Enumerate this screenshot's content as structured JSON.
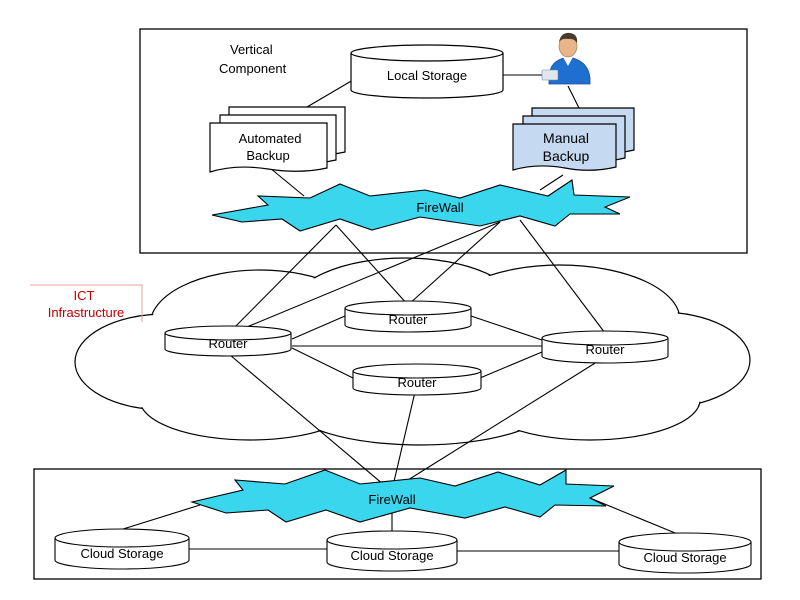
{
  "top_component": {
    "label_line1": "Vertical",
    "label_line2": "Component"
  },
  "local_storage": {
    "label": "Local Storage"
  },
  "automated_backup": {
    "line1": "Automated",
    "line2": "Backup"
  },
  "manual_backup": {
    "line1": "Manual",
    "line2": "Backup"
  },
  "firewall_top": {
    "label": "FireWall"
  },
  "firewall_bottom": {
    "label": "FireWall"
  },
  "ict": {
    "line1": "ICT",
    "line2": "Infrastructure"
  },
  "routers": [
    {
      "label": "Router"
    },
    {
      "label": "Router"
    },
    {
      "label": "Router"
    },
    {
      "label": "Router"
    }
  ],
  "cloud_storage": [
    {
      "label": "Cloud Storage"
    },
    {
      "label": "Cloud Storage"
    },
    {
      "label": "Cloud Storage"
    }
  ],
  "colors": {
    "firewall_fill": "#3ad6ee",
    "manual_backup_fill": "#c5d9f1",
    "ict_label": "#c00000",
    "ict_border": "#e6a0a0",
    "stroke": "#000000"
  },
  "icons": {
    "user": "user-icon"
  }
}
